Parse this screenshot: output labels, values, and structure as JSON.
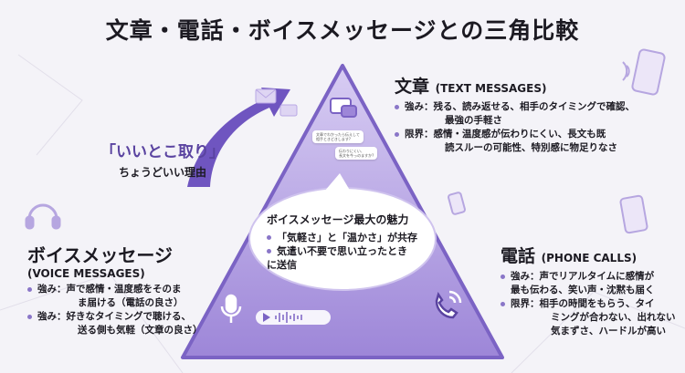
{
  "title": "文章・電話・ボイスメッセージとの三角比較",
  "text": {
    "heading": "文章",
    "heading_en": "(TEXT MESSAGES)",
    "items": [
      {
        "label": "強み：",
        "text": "残る、読み返せる、相手のタイミングで確認、",
        "cont": "最強の手軽さ"
      },
      {
        "label": "限界：",
        "text": "感情・温度感が伝わりにくい、長文も既",
        "cont": "読スルーの可能性、特別感に物足りなさ"
      }
    ]
  },
  "phone": {
    "heading": "電話",
    "heading_en": "(PHONE CALLS)",
    "items": [
      {
        "label": "強み：",
        "text": "声でリアルタイムに感情が",
        "cont": "最も伝わる、笑い声・沈黙も届く"
      },
      {
        "label": "限界：",
        "text": "相手の時間をもらう、タイ",
        "cont": "ミングが合わない、出れない",
        "cont2": "気まずさ、ハードルが高い"
      }
    ]
  },
  "voice": {
    "heading": "ボイスメッセージ",
    "heading_en": "(VOICE MESSAGES)",
    "items": [
      {
        "label": "強み：",
        "text": "声で感情・温度感をそのま",
        "cont": "ま届ける（電話の良さ）"
      },
      {
        "label": "強み：",
        "text": "好きなタイミングで聴ける、",
        "cont": "送る側も気軽（文章の良さ）"
      }
    ]
  },
  "catch": {
    "main": "「いいとこ取り」",
    "sub": "ちょうどいい理由"
  },
  "center": {
    "title": "ボイスメッセージ最大の魅力",
    "items": [
      "「気軽さ」と「温かさ」が共存",
      "気遣い不要で思い立ったとき",
      "に送信"
    ]
  },
  "chat": [
    "文章でわかったら伝えして",
    "相手ときどきします?",
    "伝わりにくい、",
    "長文を今っのますか?"
  ],
  "colors": {
    "accent": "#7b63c4",
    "triangle": "#b9a8e4",
    "text": "#1c1a22",
    "catch": "#5a43a0"
  }
}
